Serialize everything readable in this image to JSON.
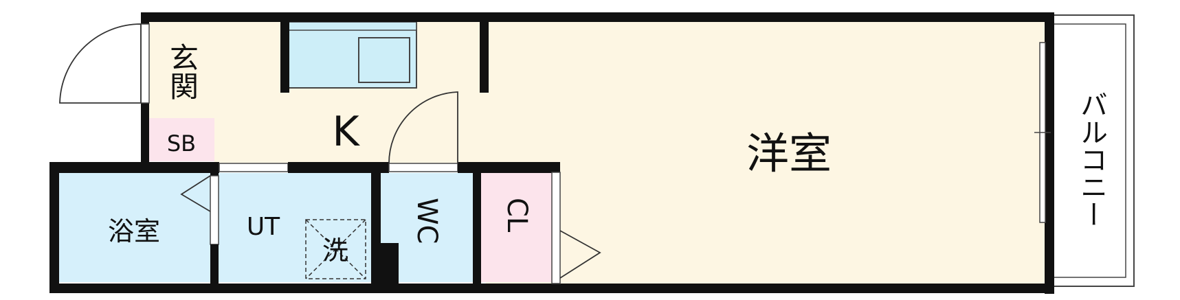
{
  "rooms": {
    "entrance": {
      "label": "玄関"
    },
    "shoe_box": {
      "label": "SB"
    },
    "kitchen": {
      "label": "K"
    },
    "western_room": {
      "label": "洋室"
    },
    "bathroom": {
      "label": "浴室"
    },
    "utility": {
      "label": "UT"
    },
    "washer": {
      "label": "洗"
    },
    "toilet": {
      "label": "WC"
    },
    "closet": {
      "label": "CL"
    },
    "balcony": {
      "label": "バルコニー"
    }
  },
  "colors": {
    "wall": "#111111",
    "entrance_fill": "#fdf6e3",
    "shoe_box_fill": "#fce4ec",
    "kitchen_fill": "#fdf6e3",
    "western_room_fill": "#fdf6e3",
    "wet_area_fill": "#d6f0fb",
    "closet_fill": "#fce4ec",
    "balcony_fill": "#ffffff"
  }
}
